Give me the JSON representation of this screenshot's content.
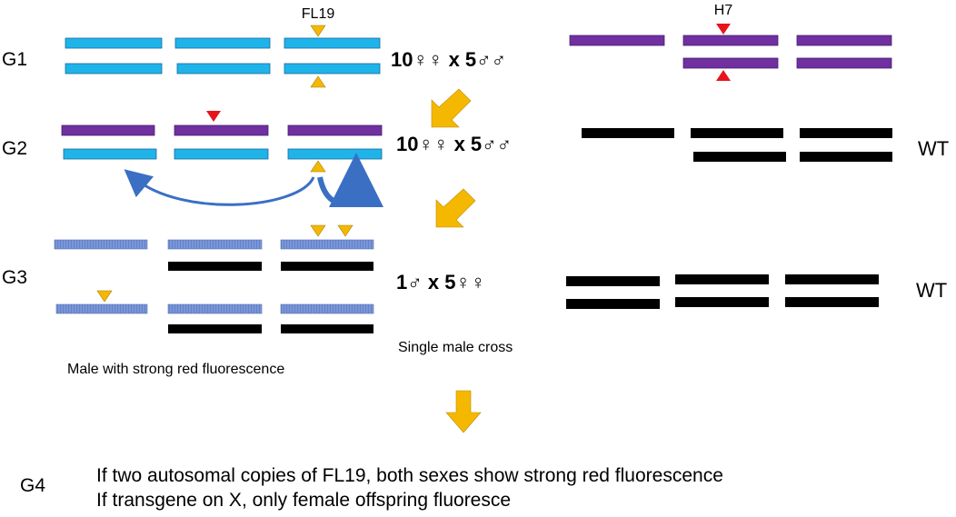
{
  "colors": {
    "fl19_chromosome": "#1eb4ea",
    "h7_chromosome": "#7030a0",
    "wt_chromosome": "#000000",
    "g3_chromosome": "#7a96d8",
    "fl19_marker": "#f5b800",
    "h7_marker": "#e8141c",
    "arrow_fill": "#f5b800",
    "curve_arrow": "#3a6fc4"
  },
  "generations": {
    "g1": "G1",
    "g2": "G2",
    "g3": "G3",
    "g4": "G4"
  },
  "labels": {
    "fl19": "FL19",
    "h7": "H7",
    "wt_g2": "WT",
    "wt_g3": "WT",
    "single_male_cross": "Single male cross",
    "male_caption": "Male with strong red fluorescence"
  },
  "crosses": {
    "g1": "10♀♀ x 5♂♂",
    "g2": "10♀♀ x 5♂♂",
    "g3": "1♂ x 5♀♀"
  },
  "outcomes": {
    "line1": "If two autosomal copies of FL19, both sexes show strong red fluorescence",
    "line2": "If transgene on X, only female offspring fluoresce"
  }
}
